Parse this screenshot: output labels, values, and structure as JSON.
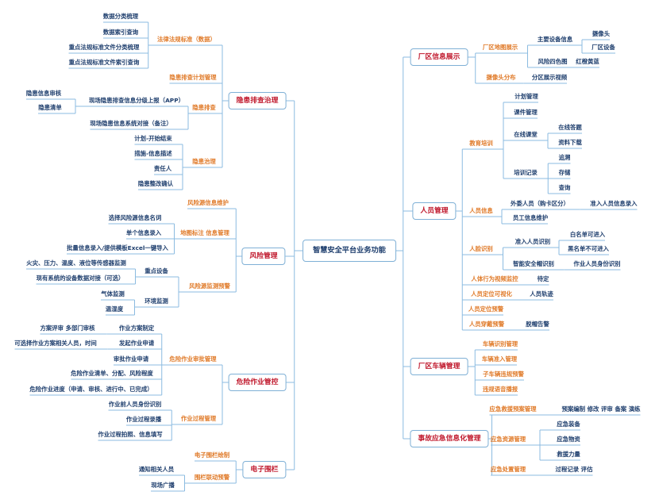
{
  "root": "智慧安全平台业务功能",
  "nodes": {
    "r1": "厂区信息展示",
    "r1a": "厂区地图展示",
    "r1a1": "主要设备信息",
    "r1a1a": "摄像头",
    "r1a1b": "厂区设备",
    "r1a2": "风险四色图",
    "r1a3": "红橙黄蓝",
    "r1b": "摄像头分布",
    "r1b1": "分区展示视频",
    "r2": "人员管理",
    "r2a": "教育培训",
    "r2a1": "计划管理",
    "r2a2": "课件管理",
    "r2a3": "在线课堂",
    "r2a3a": "在线答题",
    "r2a3b": "资料下载",
    "r2a4": "培训记录",
    "r2a4a": "追溯",
    "r2a4b": "存储",
    "r2a4c": "查询",
    "r2b": "人员信息",
    "r2b1": "外委人员（购卡区分）",
    "r2b1a": "准入人员信息录入",
    "r2b2": "员工信息维护",
    "r2c": "人脸识别",
    "r2c1": "准入人员识别",
    "r2c1a": "白名单可进入",
    "r2c1b": "黑名单不可进入",
    "r2c2": "智能安全帽识别",
    "r2c2a": "作业人员身份识别",
    "r2d": "人体行为视频监控",
    "r2d1": "待定",
    "r2e": "人员定位可视化",
    "r2e1": "人员轨迹",
    "r2f": "人员定位预警",
    "r2g": "人员穿戴预警",
    "r2g1": "脱帽告警",
    "r3": "厂区车辆管理",
    "r3a": "车辆识别管理",
    "r3b": "车辆准入管理",
    "r3c": "子车辆违规预警",
    "r3d": "违规语音播报",
    "r4": "事故应急信息化管理",
    "r4a": "应急救援预案管理",
    "r4a1": "预案编制 修改 评审 备案 演练",
    "r4b": "应急资源管理",
    "r4b1": "应急装备",
    "r4b2": "应急物资",
    "r4b3": "救援力量",
    "r4c": "应急处置管理",
    "r4c1": "过程记录 评估",
    "l1": "隐患排查治理",
    "l1a": "法律法规标准（数据）",
    "l1a1": "数据分类梳理",
    "l1a2": "数据索引查询",
    "l1a3": "重点法规标准文件分类梳理",
    "l1a4": "重点法规标准文件索引查询",
    "l1b": "隐患排查计划管理",
    "l1c": "隐患排查",
    "l1c1": "现场隐患排查信息分级上报（APP）",
    "l1c1a": "隐患信息审核",
    "l1c1b": "隐患清单",
    "l1c2": "现场隐患信息系统对接（备注）",
    "l1d": "隐患治理",
    "l1d1": "计划-开始结束",
    "l1d2": "措施-信息描述",
    "l1d3": "责任人",
    "l1d4": "隐患整改确认",
    "l2": "风险管理",
    "l2a": "风险源信息维护",
    "l2b": "地图标注 信息管理",
    "l2b1": "选择风险源信息名词",
    "l2b2": "单个信息录入",
    "l2b3": "批量信息录入/提供模板Excel一键导入",
    "l2c": "风险源监测预警",
    "l2c1": "重点设备",
    "l2c1a": "火灾、压力、温度、液位等传感器监测",
    "l2c1b": "现有系统的设备数据对接（可选）",
    "l2c2": "环境监测",
    "l2c2a": "气体监测",
    "l2c2b": "温湿度",
    "l3": "危险作业管控",
    "l3a": "危险作业审批管理",
    "l3a1": "作业方案制定",
    "l3a1a": "方案评审 多部门审核",
    "l3a2": "发起作业申请",
    "l3a2a": "可选择作业方案相关人员，时间",
    "l3a3": "审批作业申请",
    "l3a4": "危险作业清单、分配、风险程度",
    "l3a5": "危险作业进度（申请、审核、进行中、已完成）",
    "l3b": "作业过程管理",
    "l3b1": "作业前人员身份识别",
    "l3b2": "作业过程录播",
    "l3b3": "作业过程拍照、信息填写",
    "l4": "电子围栏",
    "l4a": "电子围栏绘制",
    "l4b": "围栏联动预警",
    "l4b1": "通知相关人员",
    "l4b2": "现场广播"
  },
  "colors": {
    "line": "#8bbbe0",
    "main_text": "#c0182c",
    "branch_text": "#e07b2a",
    "leaf_text": "#1f3f6e",
    "box_border": "#7fb0d6"
  }
}
